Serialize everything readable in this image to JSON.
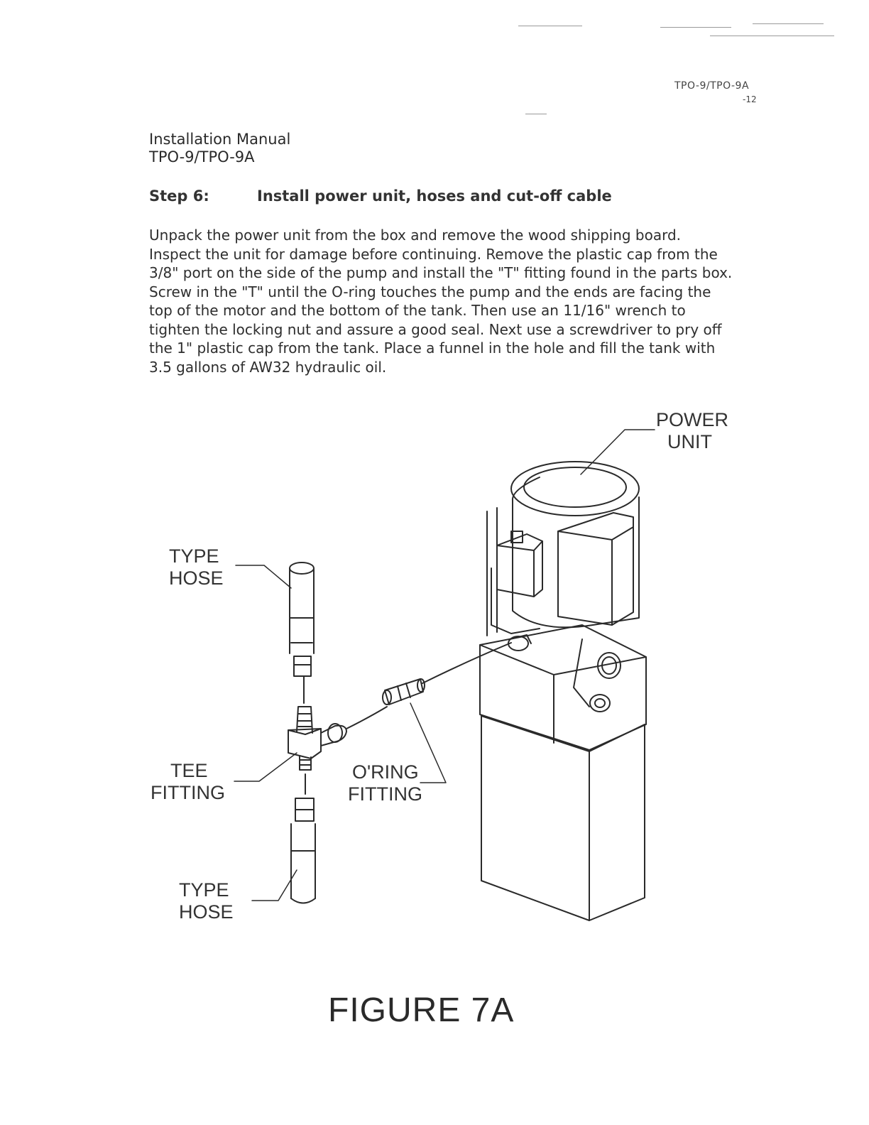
{
  "header": {
    "doc_code": "TPO-9/TPO-9A",
    "page": "-12"
  },
  "document": {
    "title": "Installation Manual",
    "model": "TPO-9/TPO-9A"
  },
  "step": {
    "number": "Step 6:",
    "title": "Install power unit, hoses and cut-off cable"
  },
  "body_lines": [
    "Unpack the power unit from the box and remove the wood shipping board.",
    "Inspect the unit for damage before continuing.  Remove the plastic cap from the",
    "3/8\" port on the side of the pump and install the \"T\" fitting found in the parts box.",
    "Screw in the \"T\" until the O-ring touches the pump and the ends are facing the",
    "top of the motor and the bottom of the tank.  Then use an 11/16\" wrench to",
    "tighten the locking nut and assure a good seal.  Next use a screwdriver to pry off",
    "the 1\" plastic cap from the tank.  Place a funnel in the hole and fill the tank with",
    "3.5 gallons of AW32 hydraulic oil."
  ],
  "figure": {
    "labels": {
      "power_unit": [
        "POWER",
        "UNIT"
      ],
      "type_hose_top": [
        "TYPE",
        "HOSE"
      ],
      "tee_fitting": [
        "TEE",
        "FITTING"
      ],
      "oring_fitting": [
        "O'RING",
        "FITTING"
      ],
      "type_hose_bottom": [
        "TYPE",
        "HOSE"
      ]
    },
    "caption": "FIGURE 7A"
  }
}
